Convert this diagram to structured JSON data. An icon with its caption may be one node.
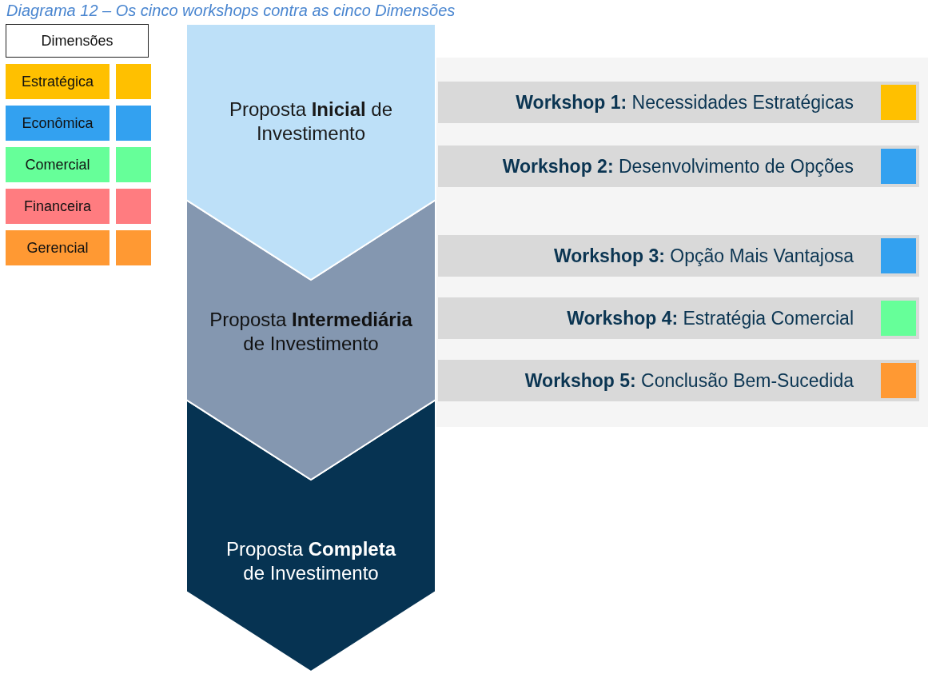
{
  "diagram": {
    "title": "Diagrama 12 – Os cinco workshops contra as cinco Dimensões",
    "nodes": [
      {
        "text": [
          "Proposta **Inicial** de Investimento"
        ]
      },
      {
        "text": [
          "Proposta **Intermediária** de Investimento"
        ]
      },
      {
        "text": [
          "Proposta **Completa** de Investimento"
        ]
      },
      {
        "text": [],
        "shape": "box"
      },
      {
        "text": [
          "**Workshop 1:** Necessidades Estratégicas"
        ],
        "in": 3
      },
      {
        "text": [
          "**Workshop 2:** Desenvolvimento de Opções"
        ],
        "in": 3
      },
      {
        "text": [
          "**Workshop 3:** Opção Mais Vantajosa"
        ],
        "in": 3
      },
      {
        "text": [
          "**Workshop 4:** Estratégia Comercial"
        ],
        "in": 3
      },
      {
        "text": [
          "**Workshop 5:** Conclusão Bem-Sucedida"
        ],
        "in": 3
      }
    ],
    "edges": [],
    "labels": [
      "Dimensões"
    ],
    "legend": [
      {
        "text": "Estratégica",
        "color": "#ffc000"
      },
      {
        "text": "Econômica",
        "color": "#33a1f0"
      },
      {
        "text": "Comercial",
        "color": "#66ff99"
      },
      {
        "text": "Financeira",
        "color": "#ff7c80"
      },
      {
        "text": "Gerencial",
        "color": "#ff9933"
      }
    ]
  }
}
